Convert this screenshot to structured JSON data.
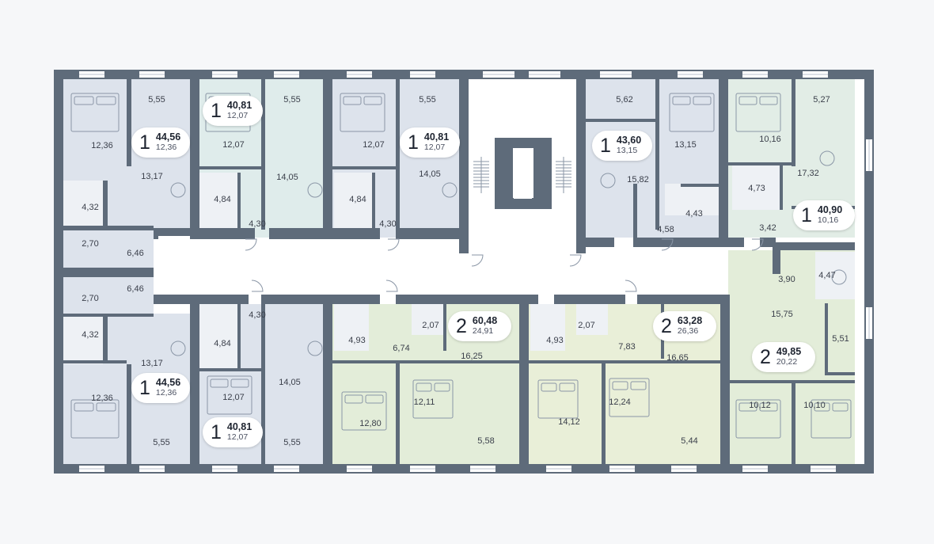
{
  "plan": {
    "colors": {
      "wall": "#5e6b7a",
      "corridor": "#ffffff",
      "apt_blue": "#dde3ec",
      "apt_teal": "#dfeceb",
      "apt_green": "#e3edd9",
      "apt_lime": "#e9efd8",
      "apt_mint": "#e2ede6",
      "bath": "#eef1f5",
      "fixture": "#8a96a6"
    },
    "apartments": [
      {
        "id": "a1",
        "rooms": "1",
        "total": "44,56",
        "living": "12,36"
      },
      {
        "id": "a2",
        "rooms": "1",
        "total": "40,81",
        "living": "12,07"
      },
      {
        "id": "a3",
        "rooms": "1",
        "total": "40,81",
        "living": "12,07"
      },
      {
        "id": "a4",
        "rooms": "1",
        "total": "43,60",
        "living": "13,15"
      },
      {
        "id": "a5",
        "rooms": "1",
        "total": "40,90",
        "living": "10,16"
      },
      {
        "id": "a6",
        "rooms": "1",
        "total": "44,56",
        "living": "12,36"
      },
      {
        "id": "a7",
        "rooms": "1",
        "total": "40,81",
        "living": "12,07"
      },
      {
        "id": "a8",
        "rooms": "2",
        "total": "60,48",
        "living": "24,91"
      },
      {
        "id": "a9",
        "rooms": "2",
        "total": "63,28",
        "living": "26,36"
      },
      {
        "id": "a10",
        "rooms": "2",
        "total": "49,85",
        "living": "20,22"
      }
    ],
    "room_areas": [
      "5,55",
      "12,36",
      "13,17",
      "4,32",
      "2,70",
      "6,46",
      "5,55",
      "12,07",
      "14,05",
      "4,84",
      "4,30",
      "5,55",
      "12,07",
      "14,05",
      "4,84",
      "4,30",
      "5,62",
      "13,15",
      "15,82",
      "4,43",
      "4,58",
      "5,27",
      "10,16",
      "17,32",
      "4,73",
      "3,42",
      "6,46",
      "2,70",
      "4,32",
      "13,17",
      "12,36",
      "5,55",
      "4,30",
      "4,84",
      "14,05",
      "12,07",
      "5,55",
      "4,93",
      "2,07",
      "6,74",
      "16,25",
      "12,80",
      "12,11",
      "5,58",
      "4,93",
      "2,07",
      "7,83",
      "16,65",
      "14,12",
      "12,24",
      "5,44",
      "3,90",
      "4,47",
      "15,75",
      "5,51",
      "10,12",
      "10,10"
    ]
  }
}
